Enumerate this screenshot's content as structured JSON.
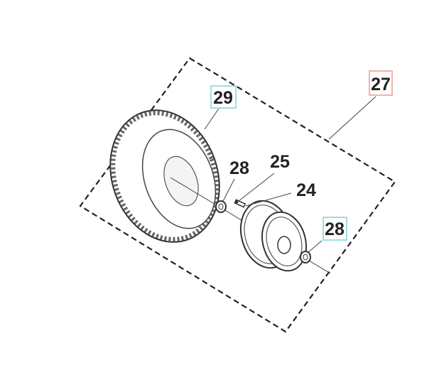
{
  "diagram": {
    "parts": [
      {
        "number": "27",
        "highlight": "orange"
      },
      {
        "number": "29",
        "highlight": "cyan"
      },
      {
        "number": "28",
        "highlight": "none"
      },
      {
        "number": "25",
        "highlight": "none"
      },
      {
        "number": "24",
        "highlight": "none"
      },
      {
        "number": "28",
        "highlight": "cyan"
      }
    ],
    "colors": {
      "orange": "#e8826a",
      "cyan": "#5ec8d2",
      "line": "#333333"
    }
  }
}
